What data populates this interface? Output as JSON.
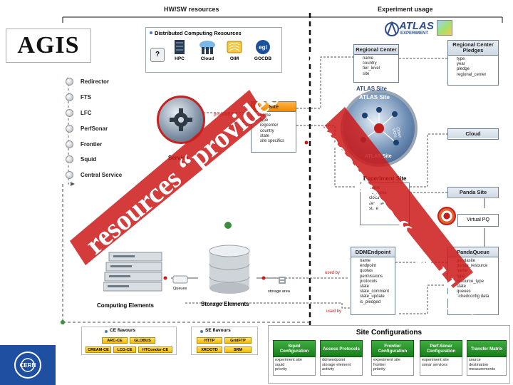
{
  "logo": "AGIS",
  "headers": {
    "hw": "HW/SW resources",
    "exp": "Experiment usage"
  },
  "atlas_logo": {
    "name": "ATLAS",
    "sub": "EXPERIMENT"
  },
  "dcr": {
    "title": "Distributed Computing Resources",
    "items": [
      "HPC",
      "Cloud",
      "OIM",
      "GOCDB"
    ]
  },
  "services_list": [
    "Redirector",
    "FTS",
    "LFC",
    "PerfSonar",
    "Frontier",
    "Squid",
    "Central Service"
  ],
  "services_label": "Service",
  "provided_by": "provided by",
  "used_by": "used by",
  "site": {
    "title": "Site",
    "fields": [
      "name",
      "type",
      "regcenter",
      "country",
      "state",
      "site specifics"
    ]
  },
  "regional_center": {
    "title": "Regional Center",
    "fields": [
      "name",
      "country",
      "tier_level",
      "site"
    ]
  },
  "rc_pledges": {
    "title": "Regional Center Pledges",
    "fields": [
      "type",
      "year",
      "pledge",
      "regional_center"
    ]
  },
  "atlas_site": {
    "text": "ATLAS Site",
    "arc_top": "ATLAS Site",
    "arc_right": "Other VO's",
    "arc_bottom": "ATLAS Site"
  },
  "cloud": {
    "title": "Cloud"
  },
  "experiment_site": {
    "title": "Experiment Site",
    "fields": [
      "name",
      "vo_name",
      "cloud",
      "tier_level",
      "state"
    ]
  },
  "panda_site": {
    "title": "Panda Site"
  },
  "virtual_pq": "Virtual PQ",
  "ddm": {
    "title": "DDMEndpoint",
    "fields": [
      "name",
      "endpoint",
      "quotas",
      "permissions",
      "protocols",
      "state",
      "state_comment",
      "state_update",
      "is_pledged"
    ]
  },
  "panda_queue": {
    "title": "PandaQueue",
    "fields": [
      "pandasite",
      "panda_resource",
      "name",
      "type",
      "resource_type",
      "state",
      "queues",
      "",
      "schedconfig data"
    ]
  },
  "queues_label": "Queues",
  "storage_area_label": "storage area",
  "computing_elements": "Computing Elements",
  "storage_elements": "Storage Elements",
  "ce_flavours": {
    "title": "CE flavours",
    "items": [
      "ARC-CE",
      "GLOBUS",
      "CREAM-CE",
      "LCG-CE",
      "HTCondor-CE"
    ]
  },
  "se_flavours": {
    "title": "SE flavours",
    "items": [
      "HTTP",
      "GridFTP",
      "XROOTD",
      "SRM"
    ]
  },
  "site_configs": {
    "title": "Site Configurations",
    "items": [
      {
        "header": "Squid Configuration",
        "fields": [
          "experiment site",
          "squid",
          "priority"
        ]
      },
      {
        "header": "Access Protocols",
        "fields": [
          "ddmendpoint",
          "storage element",
          "activity"
        ]
      },
      {
        "header": "Frontier Configuration",
        "fields": [
          "experiment site",
          "frontier",
          "priority"
        ]
      },
      {
        "header": "Perf.Sonar Configuration",
        "fields": [
          "experiment site",
          "sonar services"
        ]
      },
      {
        "header": "Transfer Matrix",
        "fields": [
          "source",
          "destination",
          "measurements"
        ]
      }
    ]
  },
  "watermark": {
    "left": "resources “provided by”",
    "right": "resources “used by”"
  },
  "cern": "CERN",
  "colors": {
    "band": "#cc1a1a",
    "site_header": "#f59a00",
    "green": "#1f8a22",
    "gold": "#f6b900",
    "axis": "#111111"
  }
}
